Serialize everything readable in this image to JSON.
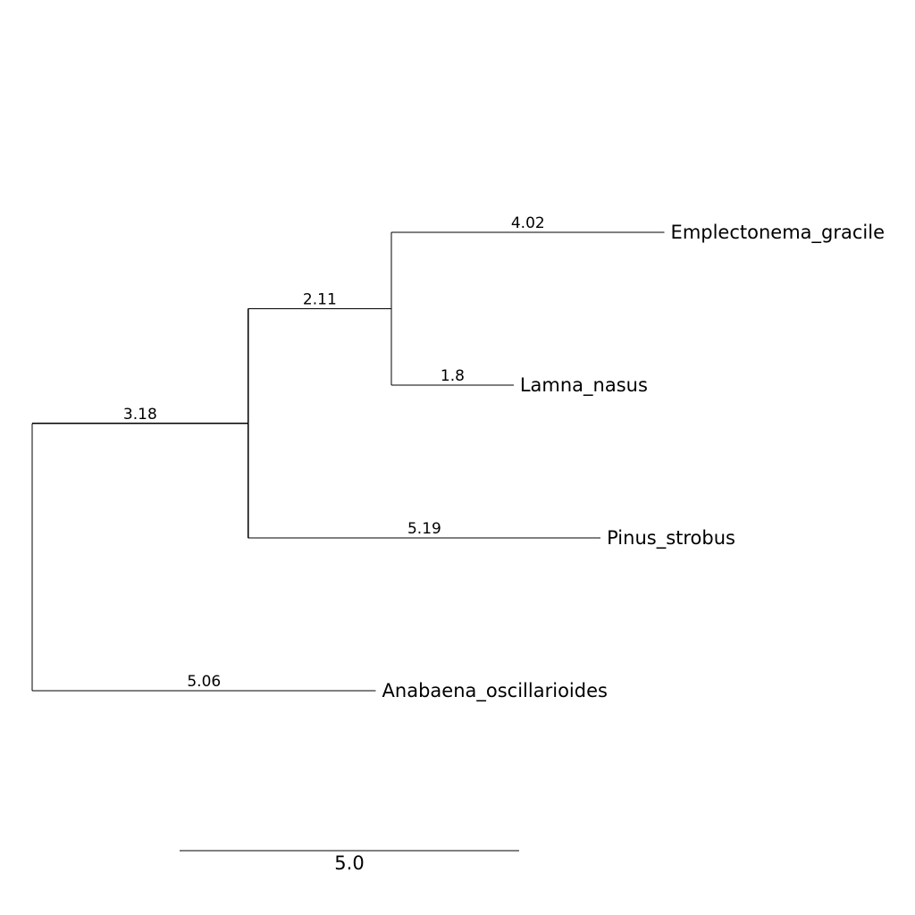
{
  "tree": {
    "root": {
      "children": [
        {
          "length": 3.18,
          "length_label": "3.18",
          "children": [
            {
              "length": 2.11,
              "length_label": "2.11",
              "children": [
                {
                  "length": 4.02,
                  "length_label": "4.02",
                  "name": "Emplectonema_gracile"
                },
                {
                  "length": 1.8,
                  "length_label": "1.8",
                  "name": "Lamna_nasus"
                }
              ]
            },
            {
              "length": 5.19,
              "length_label": "5.19",
              "name": "Pinus_strobus"
            }
          ]
        },
        {
          "length": 5.06,
          "length_label": "5.06",
          "name": "Anabaena_oscillarioides"
        }
      ]
    }
  },
  "scale_bar": {
    "length": 5.0,
    "label": "5.0"
  },
  "colors": {
    "line": "#000000",
    "text": "#000000",
    "background": "#ffffff"
  }
}
